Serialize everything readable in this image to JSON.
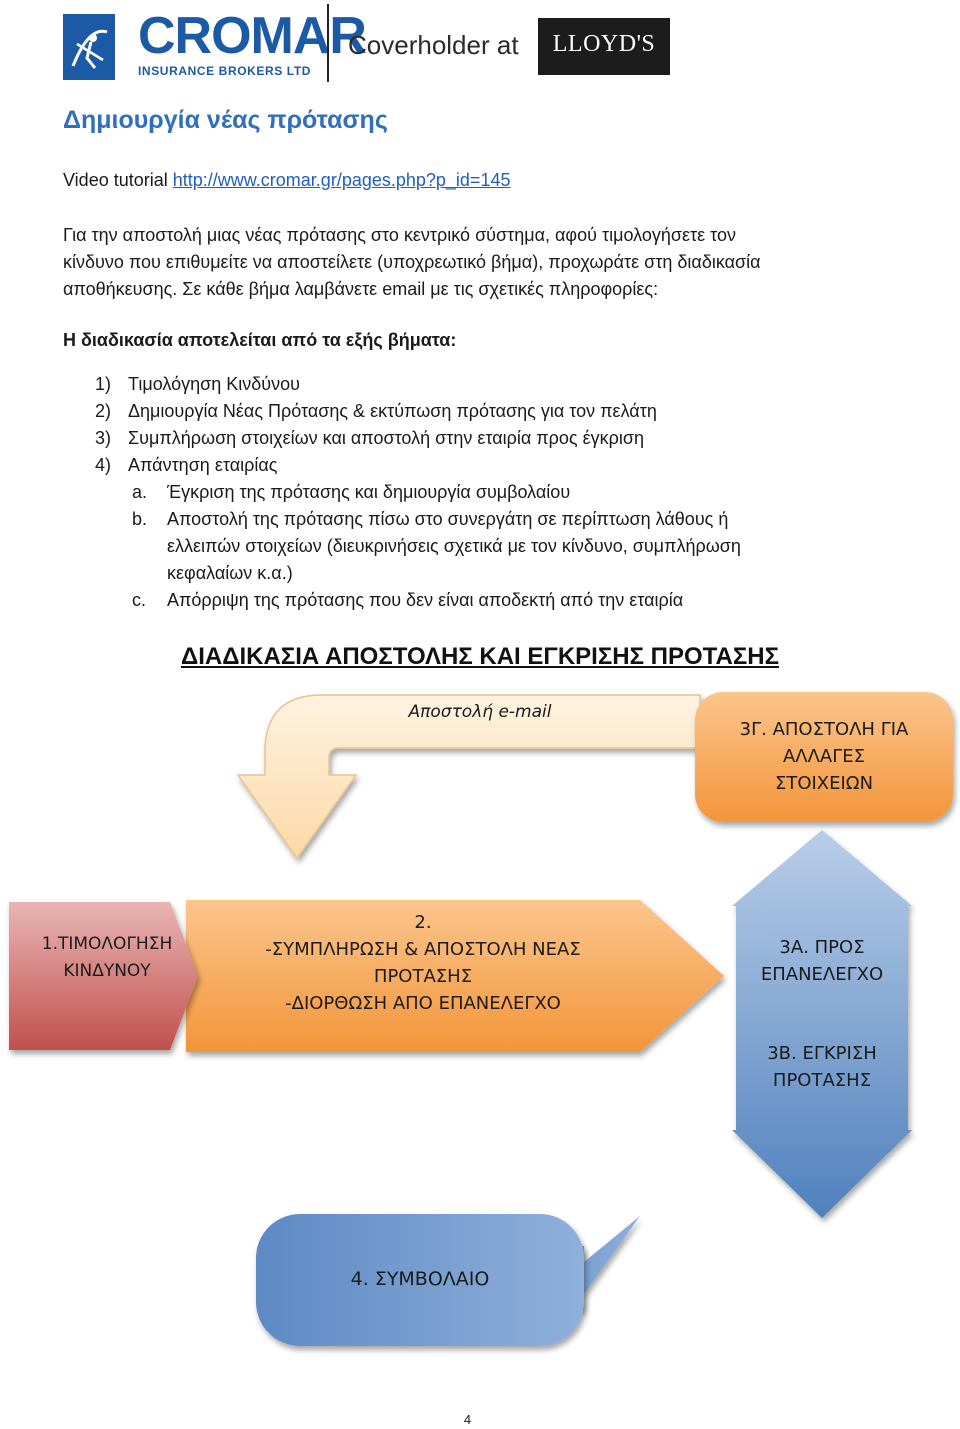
{
  "header": {
    "logo_name": "CROMAR",
    "logo_sub": "INSURANCE BROKERS LTD",
    "coverholder": "Coverholder at",
    "lloyds": "LLOYD'S"
  },
  "heading": "Δημιουργία νέας πρότασης",
  "video": {
    "label": "Video tutorial",
    "url": "http://www.cromar.gr/pages.php?p_id=145"
  },
  "paragraph": {
    "line1": "Για την αποστολή μιας νέας πρότασης στο κεντρικό σύστημα, αφού τιμολογήσετε τον",
    "line2": "κίνδυνο που επιθυμείτε να αποστείλετε (υποχρεωτικό βήμα), προχωράτε στη διαδικασία",
    "line3": "αποθήκευσης.  Σε κάθε βήμα λαμβάνετε email με τις σχετικές πληροφορίες:"
  },
  "steps_title": "Η διαδικασία αποτελείται από τα εξής βήματα:",
  "steps": [
    {
      "num": "1)",
      "text": "Τιμολόγηση Κινδύνου"
    },
    {
      "num": "2)",
      "text": "Δημιουργία Νέας Πρότασης & εκτύπωση πρότασης για τον πελάτη"
    },
    {
      "num": "3)",
      "text": "Συμπλήρωση στοιχείων και αποστολή στην εταιρία προς έγκριση"
    },
    {
      "num": "4)",
      "text": "Απάντηση εταιρίας"
    }
  ],
  "substeps": [
    {
      "letter": "a.",
      "lines": [
        "Έγκριση της πρότασης και δημιουργία συμβολαίου"
      ]
    },
    {
      "letter": "b.",
      "lines": [
        "Αποστολή της πρότασης πίσω στο συνεργάτη σε περίπτωση λάθους ή",
        "ελλειπών στοιχείων (διευκρινήσεις σχετικά με τον κίνδυνο, συμπλήρωση",
        "κεφαλαίων κ.α.)"
      ]
    },
    {
      "letter": "c.",
      "lines": [
        "Απόρριψη της πρότασης που δεν είναι αποδεκτή από την εταιρία"
      ]
    }
  ],
  "process_title": "ΔΙΑΔΙΚΑΣΙΑ ΑΠΟΣΤΟΛΗΣ ΚΑΙ ΕΓΚΡΙΣΗΣ ΠΡΟΤΑΣΗΣ",
  "diagram": {
    "arrow_label": "Αποστολή e-mail",
    "box_3g": [
      "3Γ. ΑΠΟΣΤΟΛΗ ΓΙΑ",
      "ΑΛΛΑΓΕΣ",
      "ΣΤΟΙΧΕΙΩΝ"
    ],
    "box_1": [
      "1.ΤΙΜΟΛΟΓΗΣΗ",
      "ΚΙΝΔΥΝΟΥ"
    ],
    "box_2": [
      "2.",
      "-ΣΥΜΠΛΗΡΩΣΗ & ΑΠΟΣΤΟΛΗ ΝΕΑΣ",
      "ΠΡΟΤΑΣΗΣ",
      "-ΔΙΟΡΘΩΣΗ ΑΠΟ ΕΠΑΝΕΛΕΓΧΟ"
    ],
    "box_3a": [
      "3Α. ΠΡΟΣ",
      "ΕΠΑΝΕΛΕΓΧΟ"
    ],
    "box_3b": [
      "3Β. ΕΓΚΡΙΣΗ",
      "ΠΡΟΤΑΣΗΣ"
    ],
    "box_4": "4. ΣΥΜΒΟΛΑΙΟ",
    "colors": {
      "orange": "#f6a04d",
      "red": "#c0504d",
      "blue": "#4f81bd",
      "pale": "#fde6c4"
    }
  },
  "page_number": "4"
}
